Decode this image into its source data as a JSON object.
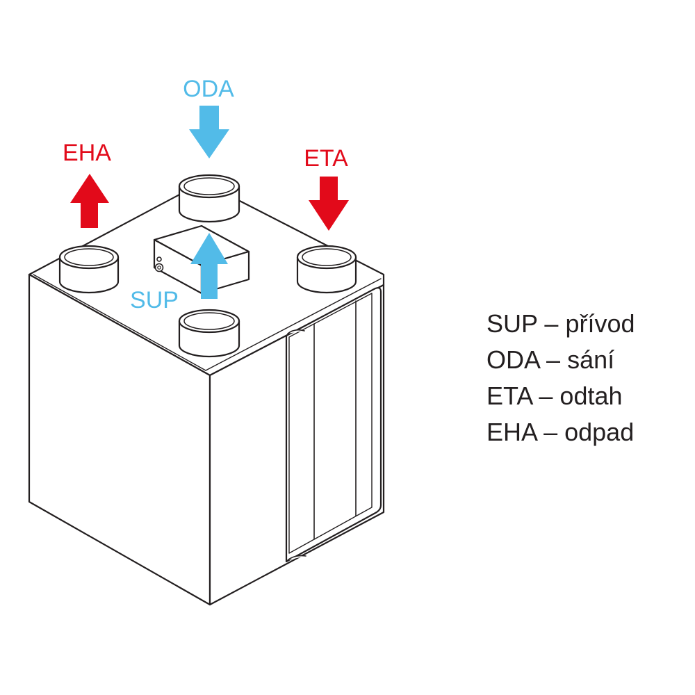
{
  "colors": {
    "outline": "#231f20",
    "extract": "#e20a1a",
    "intake": "#52bbe8",
    "fill": "#ffffff"
  },
  "labels": {
    "oda": "ODA",
    "eha": "EHA",
    "eta": "ETA",
    "sup": "SUP"
  },
  "legend": [
    {
      "code": "SUP",
      "dash": "–",
      "meaning": "přívod"
    },
    {
      "code": "ODA",
      "dash": "–",
      "meaning": "sání"
    },
    {
      "code": "ETA",
      "dash": "–",
      "meaning": "odtah"
    },
    {
      "code": "EHA",
      "dash": "–",
      "meaning": "odpad"
    }
  ]
}
